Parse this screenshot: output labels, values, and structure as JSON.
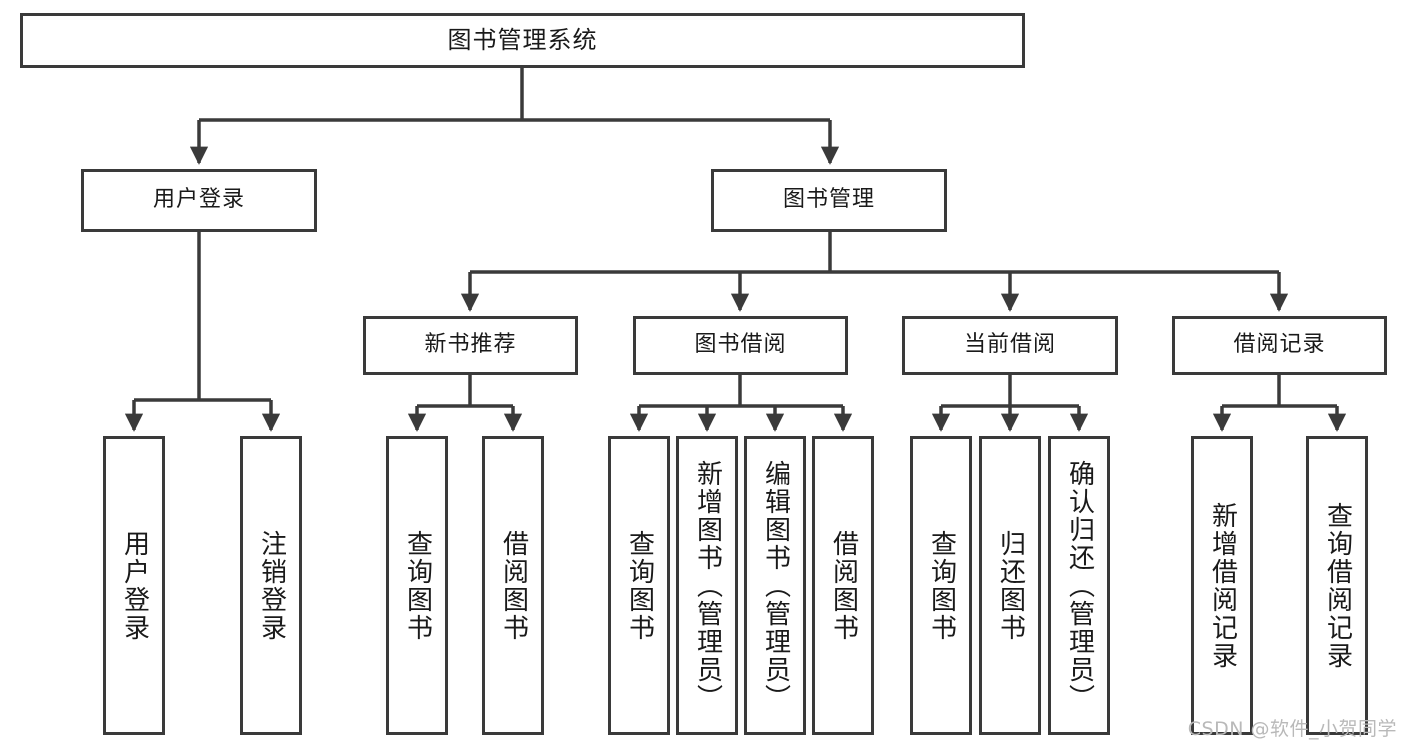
{
  "diagram": {
    "title": "图书管理系统",
    "watermark": "CSDN @软件_小贺同学",
    "colors": {
      "border": "#3a3a3a",
      "background": "#ffffff",
      "text": "#1a1a1a",
      "watermark": "#b9b9b9"
    },
    "levels": {
      "root": {
        "label": "图书管理系统"
      },
      "level2": [
        {
          "label": "用户登录"
        },
        {
          "label": "图书管理"
        }
      ],
      "level3": [
        {
          "label": "新书推荐"
        },
        {
          "label": "图书借阅"
        },
        {
          "label": "当前借阅"
        },
        {
          "label": "借阅记录"
        }
      ],
      "leaves": {
        "user_login": [
          {
            "label": "用户登录"
          },
          {
            "label": "注销登录"
          }
        ],
        "new_book_recommend": [
          {
            "label": "查询图书"
          },
          {
            "label": "借阅图书"
          }
        ],
        "book_borrow": [
          {
            "label": "查询图书"
          },
          {
            "label": "新增图书（管理员）"
          },
          {
            "label": "编辑图书（管理员）"
          },
          {
            "label": "借阅图书"
          }
        ],
        "current_borrow": [
          {
            "label": "查询图书"
          },
          {
            "label": "归还图书"
          },
          {
            "label": "确认归还（管理员）"
          }
        ],
        "borrow_record": [
          {
            "label": "新增借阅记录"
          },
          {
            "label": "查询借阅记录"
          }
        ]
      }
    }
  }
}
